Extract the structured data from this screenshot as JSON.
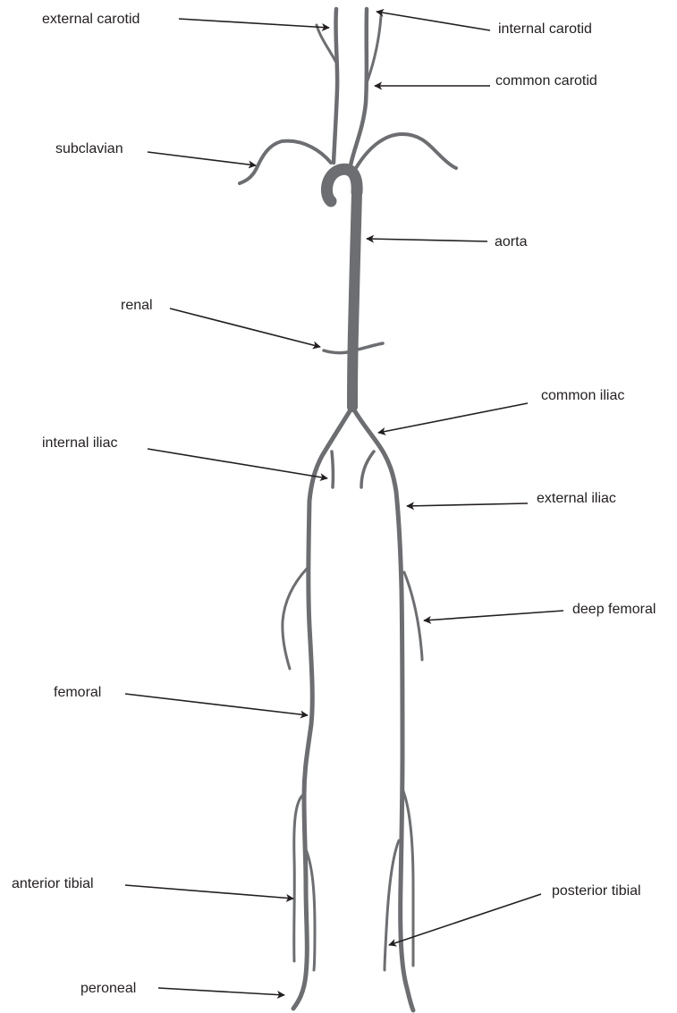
{
  "labels": {
    "external_carotid": "external carotid",
    "internal_carotid": "internal carotid",
    "common_carotid": "common carotid",
    "subclavian": "subclavian",
    "aorta": "aorta",
    "renal": "renal",
    "common_iliac": "common iliac",
    "internal_iliac": "internal iliac",
    "external_iliac": "external iliac",
    "deep_femoral": "deep femoral",
    "femoral": "femoral",
    "anterior_tibial": "anterior tibial",
    "posterior_tibial": "posterior tibial",
    "peroneal": "peroneal"
  },
  "colors": {
    "vessel": "#6d6e71",
    "text": "#231f20",
    "arrow": "#231f20"
  }
}
